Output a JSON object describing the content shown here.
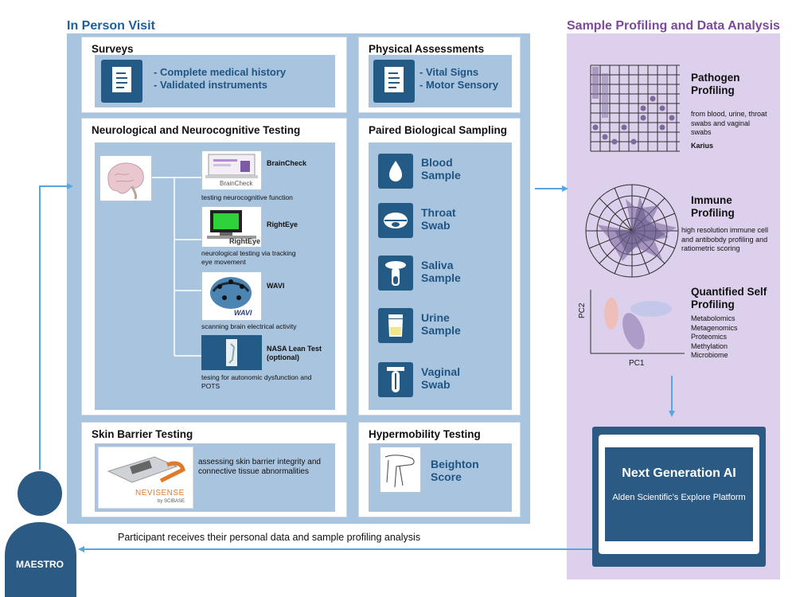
{
  "sections": {
    "in_person_title": "In Person Visit",
    "sample_profiling_title": "Sample Profiling and Data Analysis"
  },
  "surveys": {
    "title": "Surveys",
    "bullets": [
      "- Complete medical history",
      "- Validated instruments"
    ]
  },
  "physical": {
    "title": "Physical Assessments",
    "bullets": [
      "- Vital Signs",
      "- Motor Sensory"
    ]
  },
  "neuro": {
    "title": "Neurological and Neurocognitive Testing",
    "tools": [
      {
        "name": "BrainCheck",
        "logo": "BrainCheck",
        "desc": "testing neurocognitive function"
      },
      {
        "name": "RightEye",
        "logo": "RightEye",
        "desc": "neurological testing via tracking eye movement"
      },
      {
        "name": "WAVI",
        "logo": "WAVI",
        "desc": "scanning brain electrical activity"
      },
      {
        "name": "NASA Lean Test (optional)",
        "logo": "",
        "desc": "tesing for autonomic dysfunction and POTS"
      }
    ]
  },
  "paired": {
    "title": "Paired Biological Sampling",
    "samples": [
      {
        "label": "Blood Sample",
        "icon": "blood-drop-icon"
      },
      {
        "label": "Throat Swab",
        "icon": "throat-icon"
      },
      {
        "label": "Saliva Sample",
        "icon": "saliva-tube-icon"
      },
      {
        "label": "Urine Sample",
        "icon": "urine-cup-icon"
      },
      {
        "label": "Vaginal Swab",
        "icon": "swab-tube-icon"
      }
    ]
  },
  "skin": {
    "title": "Skin Barrier Testing",
    "desc": "assessing skin barrier integrity and connective tissue abnormalities",
    "logo": "NEVISENSE",
    "logo_sub": "by SCIBASE"
  },
  "hypermobility": {
    "title": "Hypermobility Testing",
    "label": "Beighton Score"
  },
  "profiling": {
    "pathogen": {
      "title": "Pathogen Profiling",
      "desc": "from blood, urine, throat swabs and vaginal swabs",
      "source": "Karius"
    },
    "immune": {
      "title": "Immune Profiling",
      "desc": "high resolution immune cell and antibobdy profiling and ratiometric scoring"
    },
    "quantified": {
      "title": "Quantified Self Profiling",
      "items": [
        "Metabolomics",
        "Metagenomics",
        "Proteomics",
        "Methylation",
        "Microbiome"
      ],
      "xlabel": "PC1",
      "ylabel": "PC2"
    }
  },
  "ai": {
    "title": "Next Generation AI",
    "subtitle": "Alden Scientific’s Explore Platform"
  },
  "footer": {
    "feedback": "Participant receives their personal data and sample profiling analysis",
    "participant": "MAESTRO"
  },
  "colors": {
    "dark_blue": "#235b86",
    "light_blue": "#a9c4de",
    "purple_panel": "#ddd0ec",
    "arrow_blue": "#5aa6dc",
    "text_blue": "#1f5483"
  }
}
